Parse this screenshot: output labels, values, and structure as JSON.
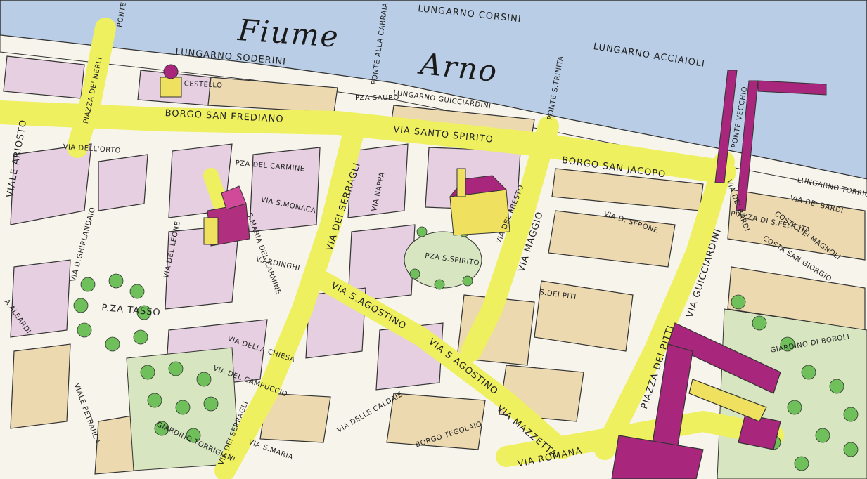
{
  "river": {
    "word1": "Fiume",
    "word2": "Arno"
  },
  "streets": {
    "lungarno_soderini": "LUNGARNO SODERINI",
    "lungarno_corsini": "LUNGARNO CORSINI",
    "lungarno_acciaioli": "LUNGARNO ACCIAIOLI",
    "lungarno_guicciardini": "LUNGARNO GUICCIARDINI",
    "lungarno_torrigiani": "LUNGARNO TORRIGIANI",
    "borgo_san_frediano": "BORGO SAN FREDIANO",
    "via_santo_spirito": "VIA SANTO SPIRITO",
    "borgo_san_jacopo": "BORGO SAN JACOPO",
    "via_dell_orto": "VIA DELL'ORTO",
    "viale_ariosto": "VIALE ARIOSTO",
    "piazza_de_nerli": "PIAZZA DE' NERLI",
    "via_del_leone": "VIA DEL LEONE",
    "via_dei_serragli": "VIA DEI SERRAGLI",
    "via_nappa": "VIA NAPPA",
    "via_maggio": "VIA MAGGIO",
    "via_d_sfrone": "VIA D. SFRONE",
    "via_guicciardini": "VIA GUICCIARDINI",
    "via_de_bardi_1": "VIA DE' BARDI",
    "via_de_bardi_2": "VIA DE' BARDI",
    "costa_dei_magnoli": "COSTA DEI MAGNOLI",
    "costa_san_giorgio": "COSTA SAN GIORGIO",
    "via_s_agostino_1": "VIA S.AGOSTINO",
    "via_s_agostino_2": "VIA S.AGOSTINO",
    "via_mazzetta": "VIA MAZZETTA",
    "via_romana": "VIA ROMANA",
    "piazza_dei_pitti": "PIAZZA DEI PITTI",
    "via_della_chiesa": "VIA DELLA CHIESA",
    "via_del_campuccio": "VIA DEL CAMPUCCIO",
    "via_delle_caldaie": "VIA DELLE CALDAIE",
    "borgo_tegolaio": "BORGO TEGOLAIO",
    "via_s_maria": "VIA S.MARIA",
    "via_dei_serragli_2": "VIA DEI SERRAGLI",
    "via_d_ghirlandaio": "VIA D.GHIRLANDAIO",
    "viale_petrarca": "VIALE PETRARCA",
    "a_aleardi": "A.ALEARDI",
    "via_s_monaca": "VIA S.MONACA",
    "via_vardinghi": "V.ARDINGHI",
    "sdr_pitti": "S.DEI PITI",
    "piazza_santa_felicita": "PIAZZA DI S.FELICITA",
    "via_del_presto": "VIA DEL PRESTO"
  },
  "bridges": {
    "ponte_carraia": "PONTE ALLA CARRAIA",
    "ponte_trinita": "PONTE S.TRINITA",
    "ponte_vecchio": "PONTE VECCHIO",
    "ponte_left": "PONTE"
  },
  "places": {
    "cestello": "CESTELLO",
    "pza_del_carmine": "PZA DEL CARMINE",
    "s_maria_carmine": "S.MARIA DEL CARMINE",
    "pza_tasso": "P.ZA TASSO",
    "pza_s_spirito": "PZA S.SPIRITO",
    "pza_sauro": "PZA SAURO",
    "giardino_torrigiani": "GIARDINO TORRIGIANI",
    "giardino_boboli": "GIARDINO DI BOBOLI"
  },
  "colors": {
    "river": "#b9cde6",
    "road": "#eef060",
    "block_pink": "#e6cfe0",
    "block_tan": "#ecd9b0",
    "park": "#d7e6c0",
    "tree": "#6fbf5a",
    "palace": "#a8277c"
  }
}
